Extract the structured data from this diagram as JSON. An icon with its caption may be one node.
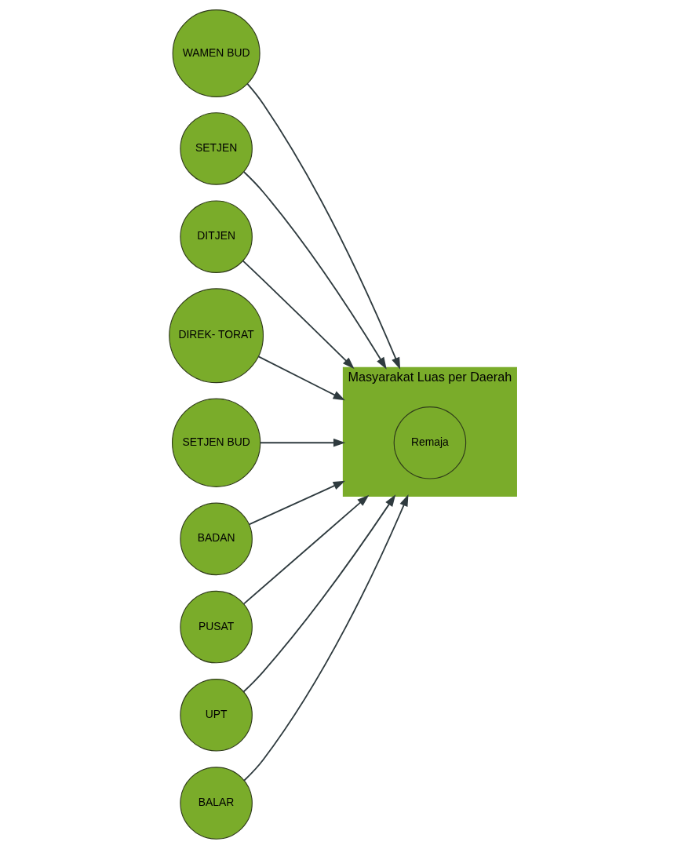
{
  "diagram": {
    "nodes": [
      {
        "text": [
          "WAMEN BUD"
        ]
      },
      {
        "text": [
          "Masyarakat Luas per Daerah"
        ]
      },
      {
        "text": [
          "Remaja"
        ],
        "in": 1
      },
      {
        "text": [
          "SETJEN"
        ]
      },
      {
        "text": [
          "DITJEN"
        ]
      },
      {
        "text": [
          "DIREK- TORAT"
        ]
      },
      {
        "text": [
          "SETJEN BUD"
        ]
      },
      {
        "text": [
          "BADAN"
        ]
      },
      {
        "text": [
          "PUSAT"
        ]
      },
      {
        "text": [
          "UPT"
        ]
      },
      {
        "text": [
          "BALAR"
        ]
      }
    ],
    "edges": [
      {
        "from": 0,
        "to": 1,
        "arrow": "to"
      },
      {
        "from": 3,
        "to": 1,
        "arrow": "to"
      },
      {
        "from": 4,
        "to": 1,
        "arrow": "to"
      },
      {
        "from": 5,
        "to": 1,
        "arrow": "to"
      },
      {
        "from": 6,
        "to": 1,
        "arrow": "to"
      },
      {
        "from": 7,
        "to": 1,
        "arrow": "to"
      },
      {
        "from": 8,
        "to": 1,
        "arrow": "to"
      },
      {
        "from": 9,
        "to": 1,
        "arrow": "to"
      },
      {
        "from": 10,
        "to": 1,
        "arrow": "to"
      }
    ]
  }
}
